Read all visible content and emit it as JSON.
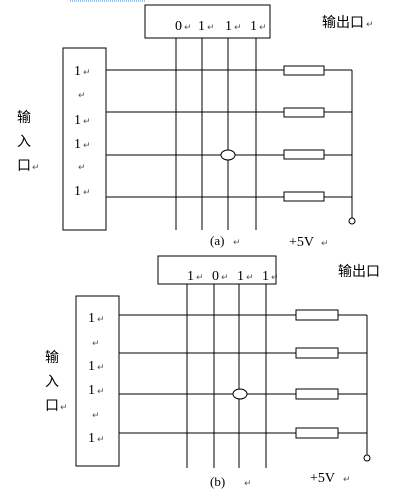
{
  "diagrams": [
    {
      "id": "a",
      "caption": "(a)",
      "output_label": "输出口",
      "input_label": [
        "输",
        "入",
        "口"
      ],
      "output_bits": [
        "0",
        "1",
        "1",
        "1"
      ],
      "input_bits": [
        "1",
        "",
        "1",
        "1",
        "",
        "1"
      ],
      "supply_label": "+5V",
      "accent_color": "#3a7bd5"
    },
    {
      "id": "b",
      "caption": "(b)",
      "output_label": "输出口",
      "input_label": [
        "输",
        "入",
        "口"
      ],
      "output_bits": [
        "1",
        "0",
        "1",
        "1"
      ],
      "input_bits": [
        "1",
        "",
        "1",
        "1",
        "",
        "1"
      ],
      "supply_label": "+5V"
    }
  ]
}
